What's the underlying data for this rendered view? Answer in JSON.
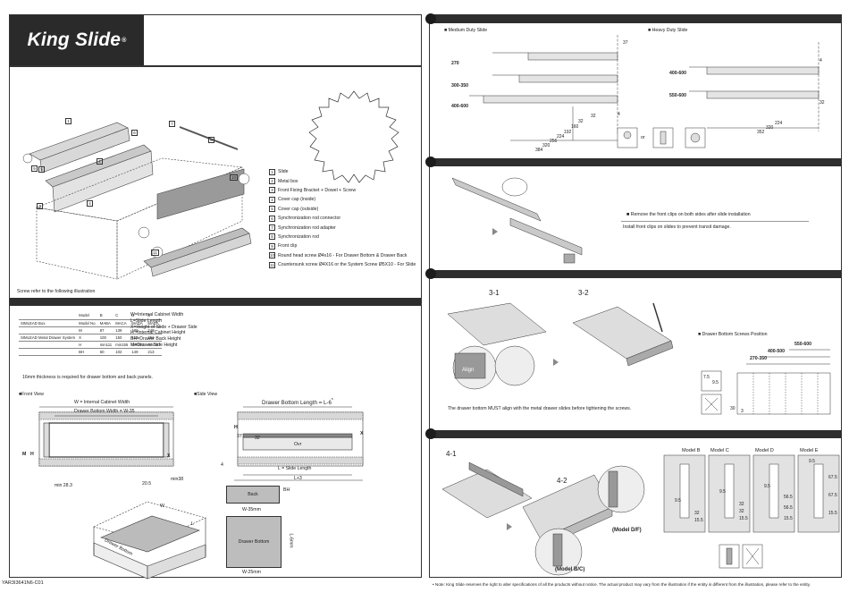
{
  "brand": {
    "name": "King Slide",
    "mark": "®"
  },
  "left": {
    "screw_refer": "Screw refer to the following illustration",
    "parts": [
      {
        "n": "1",
        "label": "Slide"
      },
      {
        "n": "2",
        "label": "Metal box"
      },
      {
        "n": "3",
        "label": "Front Fixing Bracket + Dowel + Screw"
      },
      {
        "n": "4",
        "label": "Cover cap (inside)"
      },
      {
        "n": "5",
        "label": "Cover cap (outside)"
      },
      {
        "n": "6",
        "label": "Synchronization rod connector"
      },
      {
        "n": "7",
        "label": "Synchronization rod adapter"
      },
      {
        "n": "8",
        "label": "Synchronization rod"
      },
      {
        "n": "9",
        "label": "Front clip"
      },
      {
        "n": "10",
        "label": "Round head screw Ø4x16 - For Drawer Bottom & Drawer Back"
      },
      {
        "n": "11",
        "label": "Countersunk screw Ø4X16 or the System Screw Ø5X10 - For Slide"
      }
    ],
    "part_callouts": [
      "1",
      "2",
      "3",
      "4",
      "5",
      "6",
      "7",
      "8",
      "9",
      "10",
      "11"
    ],
    "table": {
      "header": [
        "",
        "Model",
        "B",
        "C",
        "D",
        "E"
      ],
      "rows": [
        [
          "SIMLEAD Box",
          "Model No.",
          "MABA",
          "MACA",
          "MADA",
          "MAEA"
        ],
        [
          "",
          "M",
          "87",
          "139",
          "186",
          "249"
        ],
        [
          "SIMLEAD Metal Drawer System",
          "X",
          "100",
          "150",
          "167",
          "251"
        ],
        [
          "",
          "H",
          "min111",
          "min155",
          "min203",
          "min267"
        ],
        [
          "",
          "BH",
          "60",
          "102",
          "149",
          "213"
        ]
      ]
    },
    "legend": [
      "W=Internal Cabinet Width",
      "L=Slide Length",
      "X=Height of Slide + Drawer Side",
      "H =Internal Cabinet Height",
      "BH=Drawer Back Height",
      "M=Drawer Side Height"
    ],
    "thickness_note": "16mm thickness is required for drawer bottom and back panels.",
    "front_view": {
      "title": "Front View",
      "internal_width": "W = Internal Cabinet Width",
      "bottom_width": "Drawer Bottom Width = W-35",
      "min_left": "min 28.3",
      "min_right": "min38",
      "dim_20_5": "20.5",
      "m": "M",
      "h": "H",
      "x": "X"
    },
    "side_view": {
      "title": "Side View",
      "bottom_length": "Drawer Bottom Length = L-6",
      "star": "*",
      "slide_length": "L = Slide Length",
      "l_plus_3": "L+3",
      "dim_4": "4",
      "dim_32": "32",
      "dim_37": "37",
      "ovr": "Ovr",
      "h": "H",
      "x": "X"
    },
    "iso_labels": {
      "w": "W",
      "l": "L",
      "drawer_bottom": "Drawer Bottom"
    },
    "back_panel": {
      "label": "Back",
      "bh": "BH",
      "w": "W-35mm"
    },
    "bottom_panel": {
      "label": "Drawer Bottom",
      "l": "L-6mm",
      "w": "W-25mm"
    },
    "doc_code": "YAR3I3641N6-C01"
  },
  "right": {
    "sec1": {
      "medium_title": "Medium Duty Slide",
      "heavy_title": "Heavy Duty Slide",
      "lengths_medium": [
        "270",
        "300-350",
        "400-600"
      ],
      "lengths_heavy": [
        "400-600",
        "550-600"
      ],
      "dims_top": [
        "37",
        "4",
        "32"
      ],
      "dims_bottom": [
        "32",
        "160",
        "192",
        "224",
        "256",
        "320",
        "384"
      ],
      "dims_heavy": [
        "4",
        "32",
        "224",
        "320",
        "352"
      ],
      "or": "or"
    },
    "sec2": {
      "bullet": "Remove the front clips on both sides after slide installation",
      "note": "Install front clips on slides to prevent transit damage."
    },
    "sec3": {
      "step1": "3-1",
      "step2": "3-2",
      "align": "Align",
      "note": "The drawer bottom MUST align with the metal drawer slides before tightening the screws.",
      "screws_title": "Drawer Bottom Screws Position",
      "dims": [
        "550-600",
        "400-500",
        "270-350",
        "30",
        "7.5",
        "9.5",
        "3"
      ]
    },
    "sec4": {
      "step1": "4-1",
      "step2": "4-2",
      "model_df": "(Model D/F)",
      "model_bc": "(Model B/C)",
      "models": [
        "Model B",
        "Model C",
        "Model D",
        "Model E"
      ],
      "model_dims": [
        [
          "9.5",
          "32",
          "15.5"
        ],
        [
          "9.5",
          "32",
          "32",
          "15.5"
        ],
        [
          "9.5",
          "56.5",
          "56.5",
          "15.5"
        ],
        [
          "9.5",
          "67.5",
          "67.5",
          "15.5"
        ]
      ]
    },
    "footer": "• Note: King Slide reserves the right to alter specifications of all the products without notice. The actual product may vary from the illustration if the entity is different from the illustration, please refer to the entity."
  },
  "colors": {
    "band": "#2e2e2e",
    "logo_bg": "#2a2a2a",
    "panel_grey": "#bdbdbd",
    "line": "#333333"
  },
  "icons": [
    "star-burst-icon",
    "arrow-right-icon",
    "screwdriver-icon",
    "cross-mark-icon"
  ]
}
